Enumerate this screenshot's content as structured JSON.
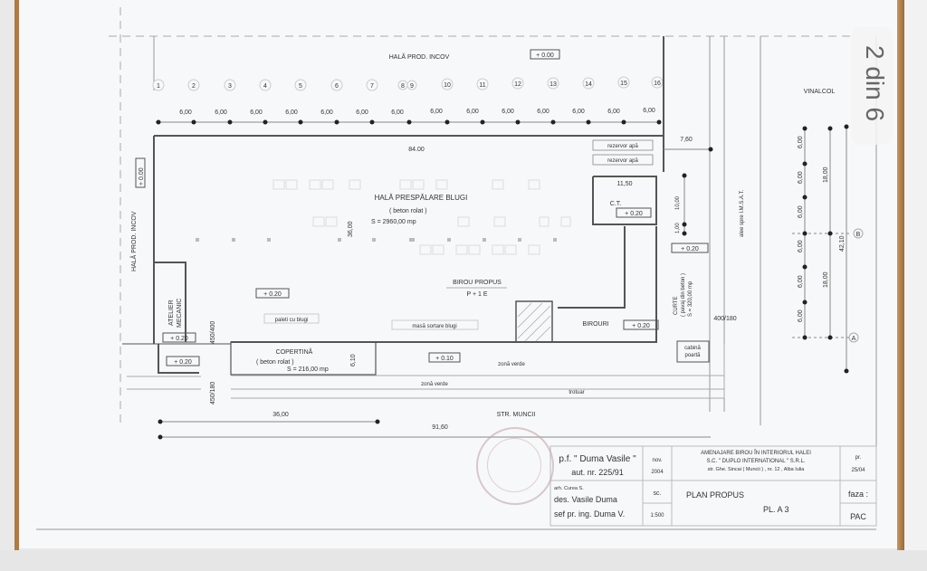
{
  "page_indicator": "2 din 6",
  "plan": {
    "hall_top_label": "HALĂ PROD. INCOV",
    "hall_left_label": "HALĂ PROD. INCOV",
    "elev_top": "+ 0.00",
    "elev_left": "+ 0.00",
    "axes": [
      "1",
      "2",
      "3",
      "4",
      "5",
      "6",
      "7",
      "8",
      "9",
      "10",
      "11",
      "12",
      "13",
      "14",
      "15",
      "16"
    ],
    "bay_dim": "6,00",
    "total_len_top": "84.00",
    "rezervor_1": "rezervor apă",
    "rezervor_2": "rezervor apă",
    "dim_760": "7,60",
    "main_hall": {
      "name": "HALĂ PRESPĂLARE BLUGI",
      "material": "( beton rolat )",
      "area": "S = 2960,00 mp",
      "width_dim": "36,00"
    },
    "ct": {
      "label": "C.T.",
      "elev": "+ 0.20",
      "dim": "11,50"
    },
    "dim_1000": "10,00",
    "dim_100": "1,00",
    "curte": {
      "elev": "+ 0.20",
      "name": "CURTE",
      "material": "( pavaj din beton )",
      "area": "S = 320,00 mp"
    },
    "alee": "alee spre I.M.S.A.T.",
    "birou_propus": {
      "name": "BIROU PROPUS",
      "levels": "P + 1 E"
    },
    "birouri": {
      "name": "BIROURI",
      "elev": "+ 0.20"
    },
    "paleti": "paleti cu blugi",
    "masa": "masă sortare blugi",
    "hall_elev": "+ 0.20",
    "atelier": {
      "line1": "ATELIER",
      "line2": "MECANIC",
      "elev": "+ 0.20"
    },
    "gate_left_top": "450/400",
    "gate_left_bottom": "450/180",
    "left_elev_2": "+ 0.20",
    "copertina": {
      "name": "COPERTINĂ",
      "material": "( beton rolat )",
      "area": "S = 216,00 mp",
      "depth": "6,10"
    },
    "elev_010": "+ 0.10",
    "zona_verde_1": "zonă verde",
    "zona_verde_2": "zonă verde",
    "trotuar": "trotuar",
    "gate_right": "400/180",
    "cabina_1": "cabină",
    "cabina_2": "poartă",
    "street": "STR. MUNCII",
    "dim_3600": "36,00",
    "dim_9160": "91,60",
    "vinalcol": "VINALCOL",
    "right_dims": [
      "6,00",
      "6,00",
      "6,00",
      "6,00",
      "6,00",
      "6,00"
    ],
    "right_sub": [
      "18,00",
      "18,00"
    ],
    "right_total": "42,10",
    "axis_b": "B",
    "axis_a": "A"
  },
  "title_block": {
    "firm": "p.f. \" Duma Vasile \"",
    "auth": "aut. nr. 225/91",
    "month": "nov.",
    "year": "2004",
    "project_line1": "AMENAJARE BIROU ÎN INTERIORUL HALEI",
    "project_line2": "S.C. \" DUPLO INTERNATIONAL \" S.R.L.",
    "project_line3": "str. Ghe. Sincai ( Muncii ) , nr. 12 , Alba Iulia",
    "pr_label": "pr.",
    "pr_value": "25/04",
    "arh": "arh. Curea S.",
    "des": "des. Vasile Duma",
    "sef": "sef pr. ing. Duma V.",
    "sc_label": "sc.",
    "scale": "1:500",
    "drawing_title": "PLAN PROPUS",
    "sheet": "PL. A 3",
    "faza_label": "faza :",
    "faza_value": "PAC"
  }
}
